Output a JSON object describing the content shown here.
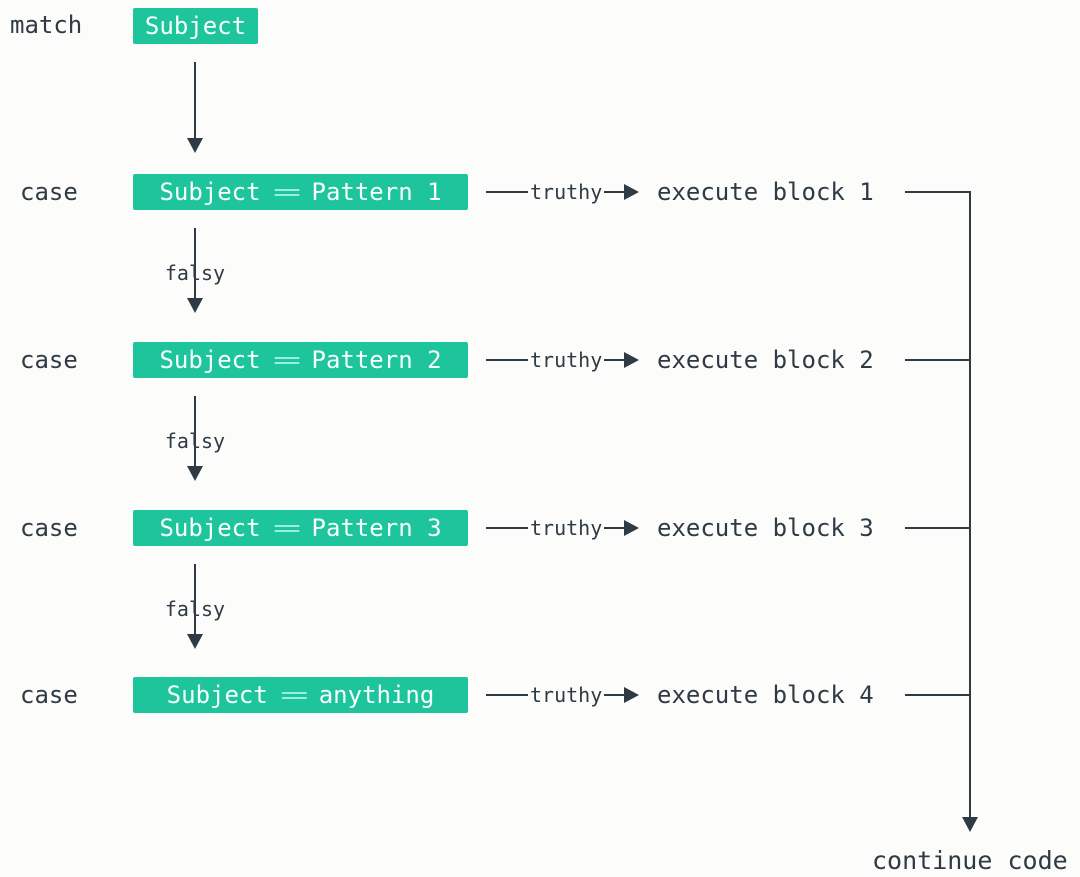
{
  "palette": {
    "box_fill": "#1ec49c",
    "box_text": "#f6fffc",
    "operator_text": "#9beeda",
    "ink": "#2e3a44",
    "background": "#fcfcfa"
  },
  "match": {
    "keyword": "match",
    "subject": "Subject"
  },
  "branch_labels": {
    "truthy": "truthy",
    "falsy": "falsy"
  },
  "rows": [
    {
      "keyword": "case",
      "lhs": "Subject",
      "op": "==",
      "rhs": "Pattern 1",
      "result": "execute block 1"
    },
    {
      "keyword": "case",
      "lhs": "Subject",
      "op": "==",
      "rhs": "Pattern 2",
      "result": "execute block 2"
    },
    {
      "keyword": "case",
      "lhs": "Subject",
      "op": "==",
      "rhs": "Pattern 3",
      "result": "execute block 3"
    },
    {
      "keyword": "case",
      "lhs": "Subject",
      "op": "==",
      "rhs": "anything",
      "result": "execute block 4"
    }
  ],
  "footer": {
    "continue": "continue code"
  }
}
